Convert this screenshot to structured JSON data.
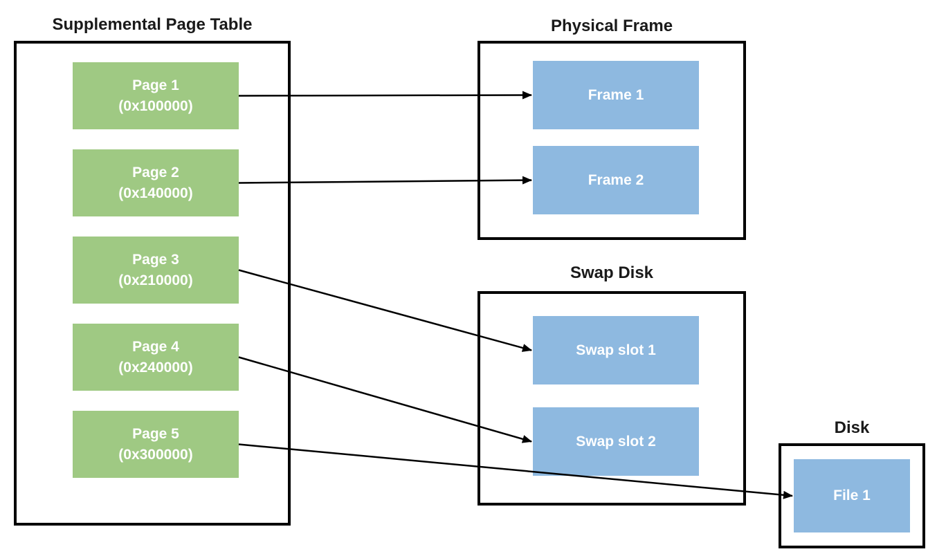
{
  "diagram": {
    "page_table": {
      "title": "Supplemental Page Table",
      "pages": [
        {
          "label": "Page 1",
          "address": "(0x100000)"
        },
        {
          "label": "Page 2",
          "address": "(0x140000)"
        },
        {
          "label": "Page 3",
          "address": "(0x210000)"
        },
        {
          "label": "Page 4",
          "address": "(0x240000)"
        },
        {
          "label": "Page 5",
          "address": "(0x300000)"
        }
      ]
    },
    "physical_frame": {
      "title": "Physical Frame",
      "frames": [
        {
          "label": "Frame 1"
        },
        {
          "label": "Frame 2"
        }
      ]
    },
    "swap_disk": {
      "title": "Swap Disk",
      "slots": [
        {
          "label": "Swap slot 1"
        },
        {
          "label": "Swap slot 2"
        }
      ]
    },
    "disk": {
      "title": "Disk",
      "files": [
        {
          "label": "File 1"
        }
      ]
    },
    "mappings": [
      {
        "from": "page-box-1",
        "to": "frame-box-1"
      },
      {
        "from": "page-box-2",
        "to": "frame-box-2"
      },
      {
        "from": "page-box-3",
        "to": "swap-box-1"
      },
      {
        "from": "page-box-4",
        "to": "swap-box-2"
      },
      {
        "from": "page-box-5",
        "to": "file-box-1"
      }
    ],
    "colors": {
      "page_fill": "#9FC983",
      "target_fill": "#8EB9E0",
      "arrow_color": "#000000",
      "border_color": "#000000",
      "label_text": "#FFFFFF"
    }
  }
}
